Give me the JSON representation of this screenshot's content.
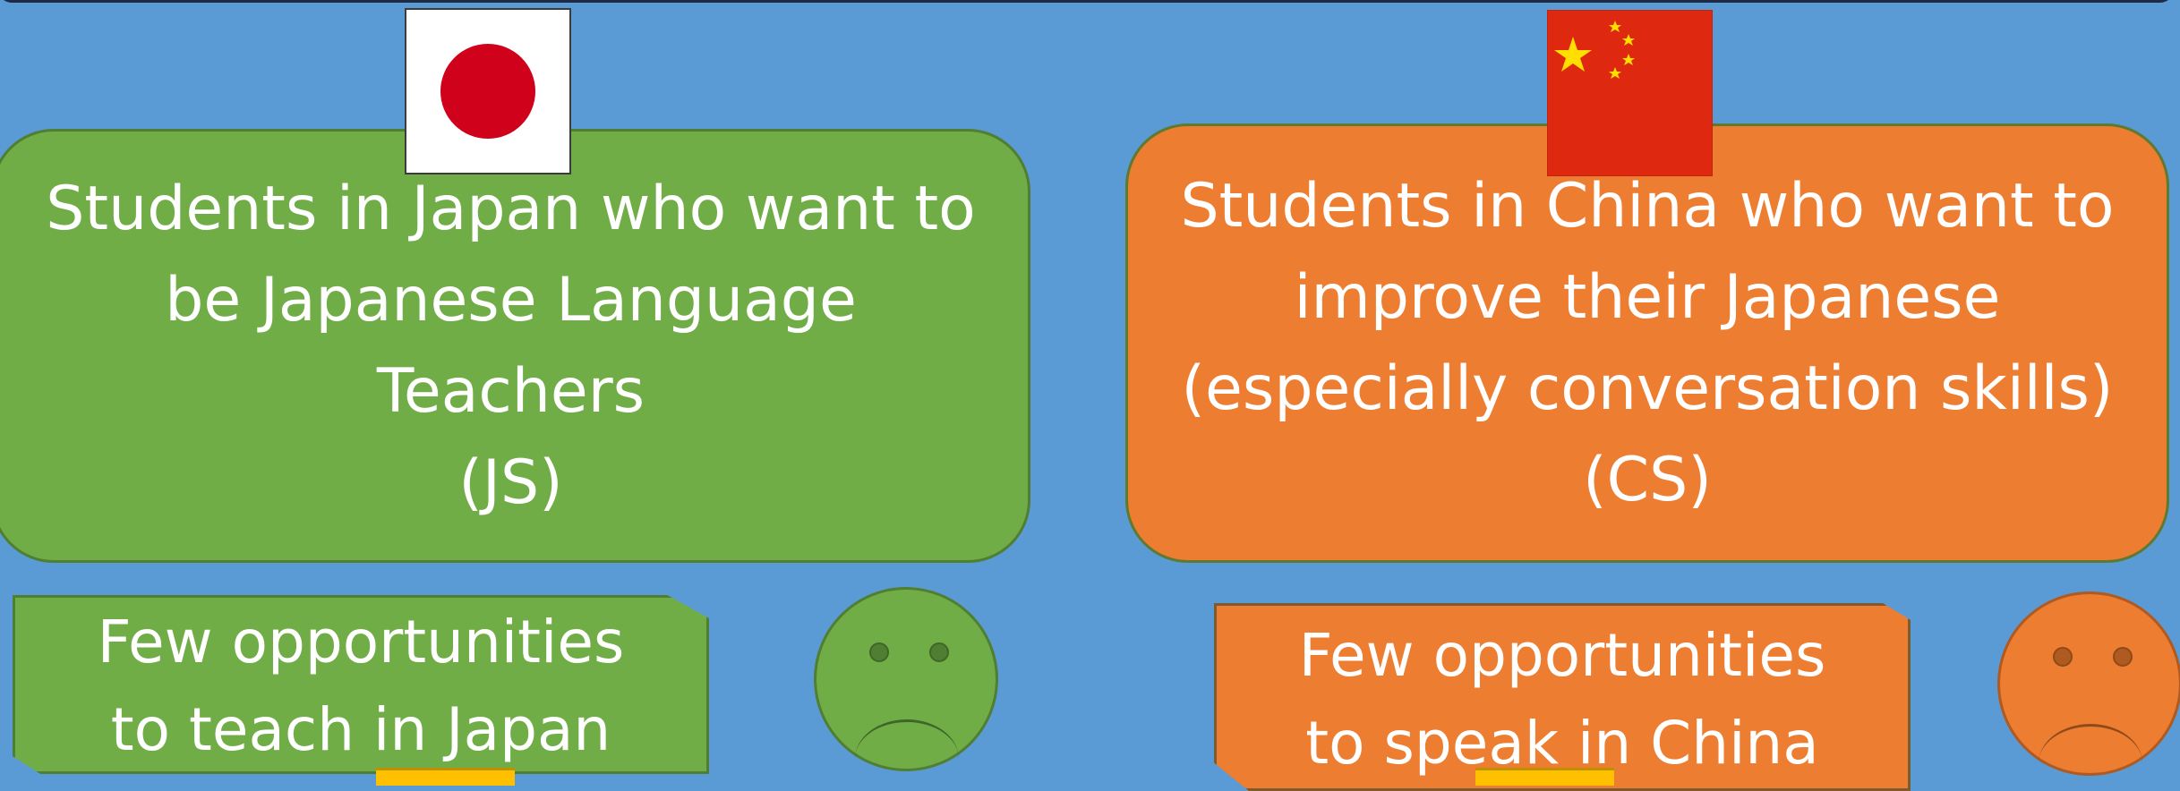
{
  "groups": {
    "japan": {
      "flag": "japan-flag-icon",
      "title_lines": [
        "Students in Japan who want to",
        "be Japanese Language",
        "Teachers",
        "(JS)"
      ],
      "note_lines": [
        "Few opportunities",
        "to teach in Japan"
      ],
      "face": "sad-face-icon",
      "colors": {
        "fill": "#70AD47",
        "border": "#507E32"
      }
    },
    "china": {
      "flag": "china-flag-icon",
      "title_lines": [
        "Students in China who want to",
        "improve their Japanese",
        "(especially conversation skills)",
        "(CS)"
      ],
      "note_lines": [
        "Few opportunities",
        "to speak in China"
      ],
      "face": "sad-face-icon",
      "colors": {
        "fill": "#ED7D31",
        "border": "#AE5A21"
      }
    }
  },
  "background_color": "#5B9BD5",
  "text_color": "#FFFFFF"
}
